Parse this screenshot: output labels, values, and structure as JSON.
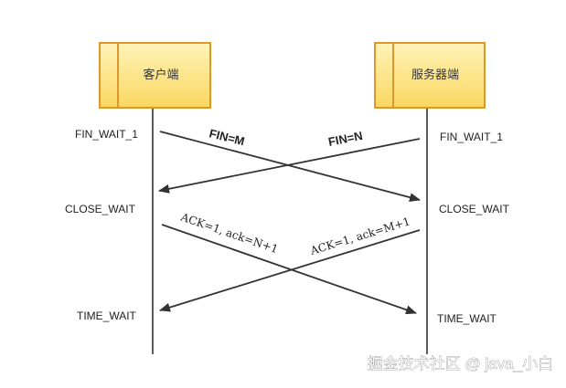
{
  "participants": {
    "client": {
      "label": "客户端"
    },
    "server": {
      "label": "服务器端"
    }
  },
  "states": {
    "client": [
      "FIN_WAIT_1",
      "CLOSE_WAIT",
      "TIME_WAIT"
    ],
    "server": [
      "FIN_WAIT_1",
      "CLOSE_WAIT",
      "TIME_WAIT"
    ]
  },
  "messages": [
    {
      "label": "FIN=M",
      "direction": "client-to-server"
    },
    {
      "label": "FIN=N",
      "direction": "server-to-client"
    },
    {
      "label": "ACK=1, ack=N+1",
      "direction": "client-to-server"
    },
    {
      "label": "ACK=1, ack=M+1",
      "direction": "server-to-client"
    }
  ],
  "colors": {
    "box_fill": "#fde58a",
    "box_stroke": "#e0962a",
    "line": "#333333"
  },
  "watermark": "掘金技术社区 @ java_小白"
}
